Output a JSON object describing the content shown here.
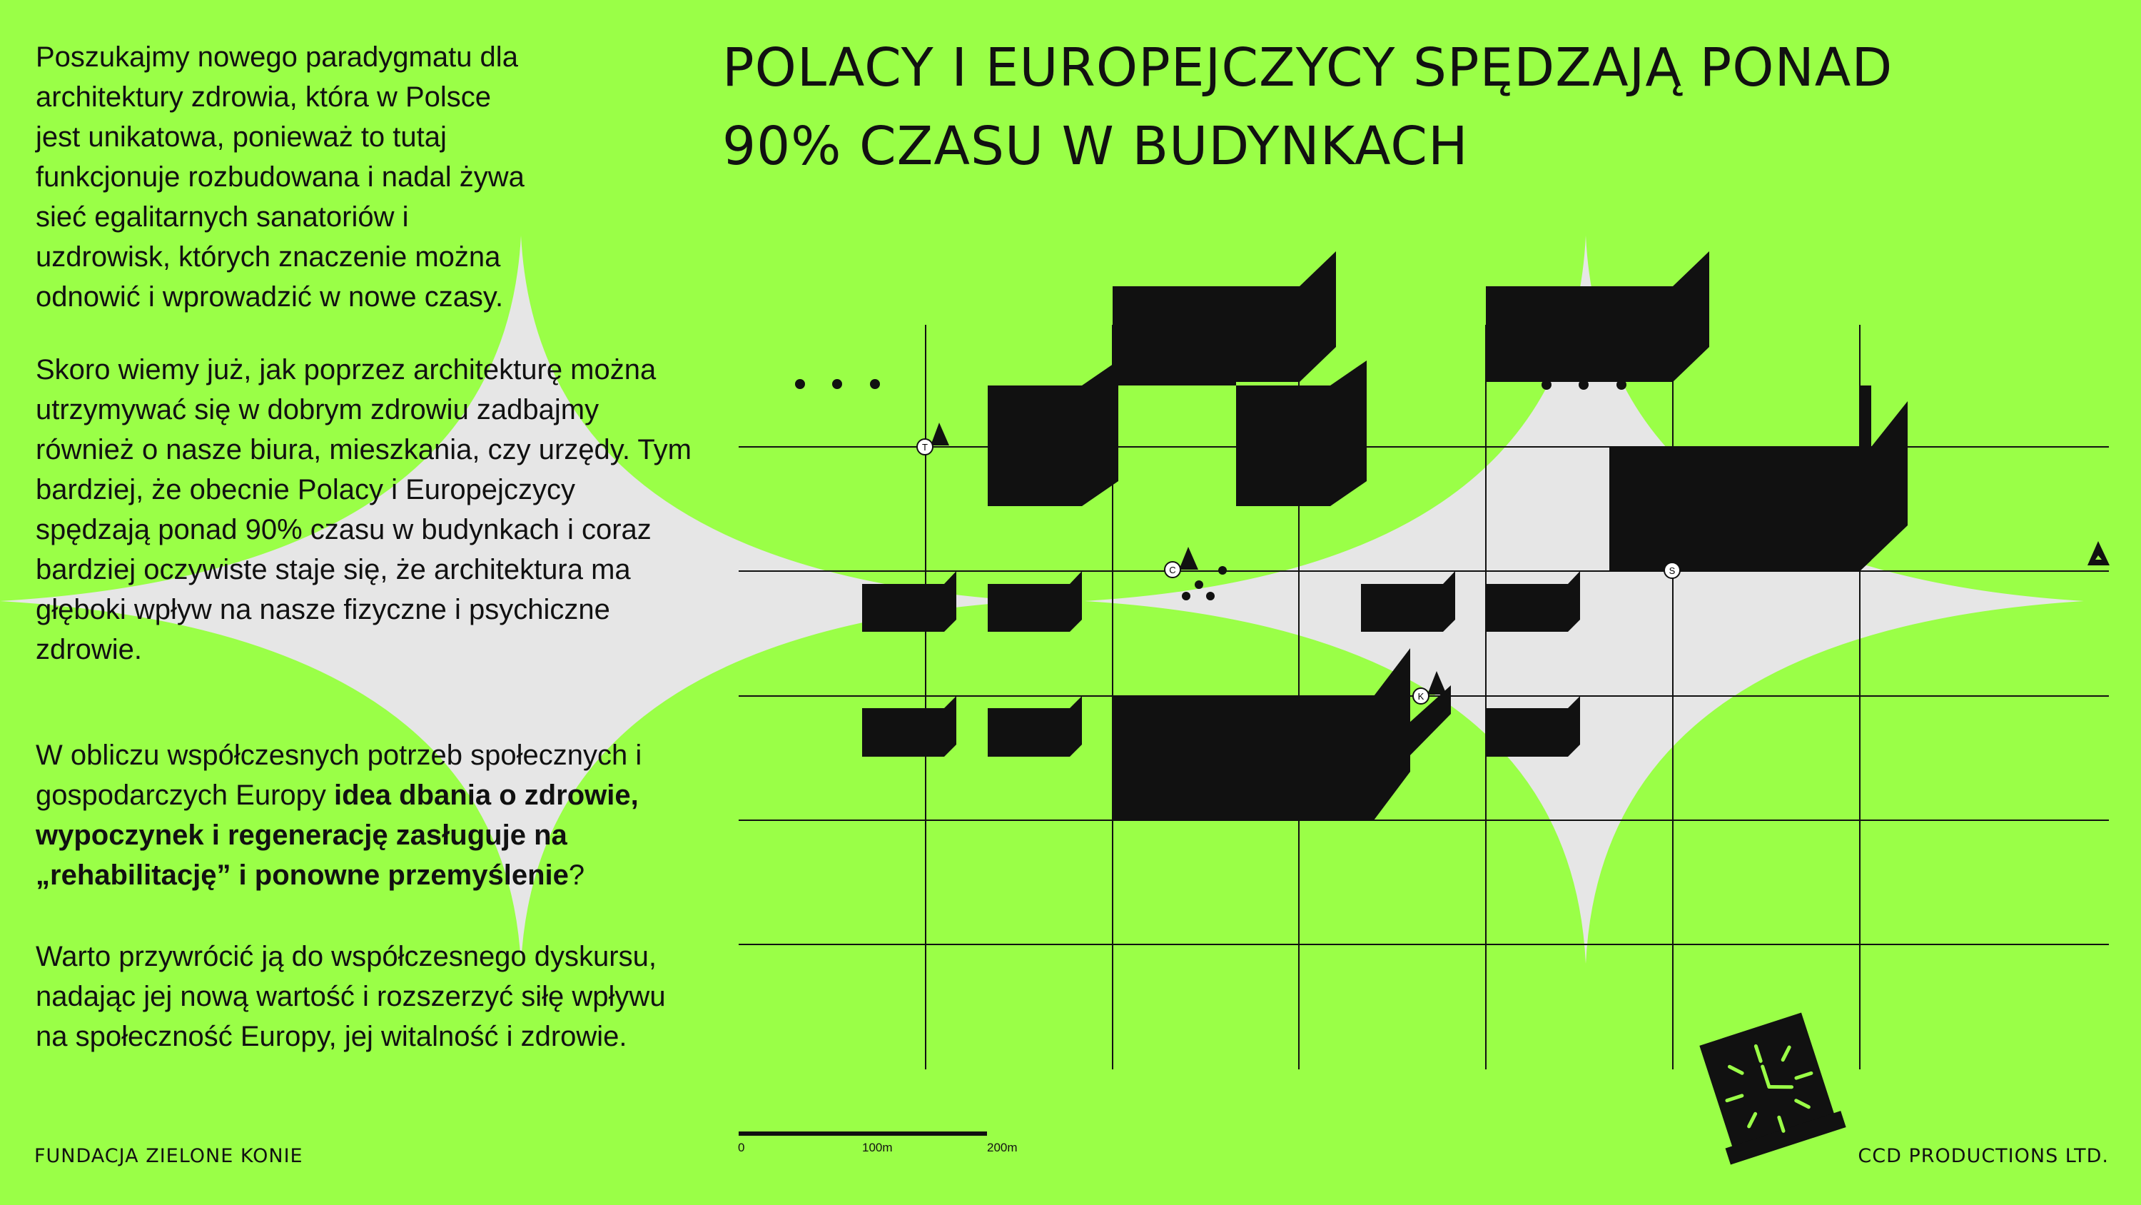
{
  "title": {
    "line1": "POLACY I EUROPEJCZYCY SPĘDZAJĄ PONAD",
    "line2": "90% CZASU W BUDYNKACH"
  },
  "paragraphs": {
    "p1": "Poszukajmy nowego paradygmatu dla architektury zdrowia, która w Polsce jest unikatowa, ponieważ to tutaj funkcjonuje rozbudowana i nadal żywa sieć egalitarnych sanatoriów i uzdrowisk, których znaczenie można odnowić i wprowadzić w nowe czasy.",
    "p2": "Skoro wiemy już, jak poprzez architekturę można utrzymywać się w dobrym zdrowiu zadbajmy również o nasze biura, mieszkania, czy urzędy. Tym bardziej, że obecnie Polacy i Europejczycy spędzają ponad 90% czasu w budynkach i coraz bardziej oczywiste staje się, że architektura ma głęboki wpływ na nasze fizyczne i psychiczne zdrowie.",
    "p3_start": "W obliczu współczesnych potrzeb społecznych i gospodarczych Europy ",
    "p3_bold": "idea dbania o zdrowie, wypoczynek i regenerację zasługuje na „rehabilitację” i ponowne przemyślenie",
    "p3_end": "?",
    "p4": "Warto przywrócić ją do współczesnego dyskursu, nadając jej nową wartość i rozszerzyć siłę wpływu na społeczność Europy, jej witalność i zdrowie."
  },
  "footer": {
    "left": "FUNDACJA ZIELONE KONIE",
    "right": "CCD PRODUCTIONS LTD."
  },
  "scale": {
    "zero": "0",
    "mid": "100m",
    "end": "200m"
  },
  "map_markers": {
    "t": "T",
    "c": "C",
    "s": "S",
    "k": "K"
  },
  "colors": {
    "background": "#9aff47",
    "star": "#e6e6e6",
    "ink": "#111111"
  }
}
